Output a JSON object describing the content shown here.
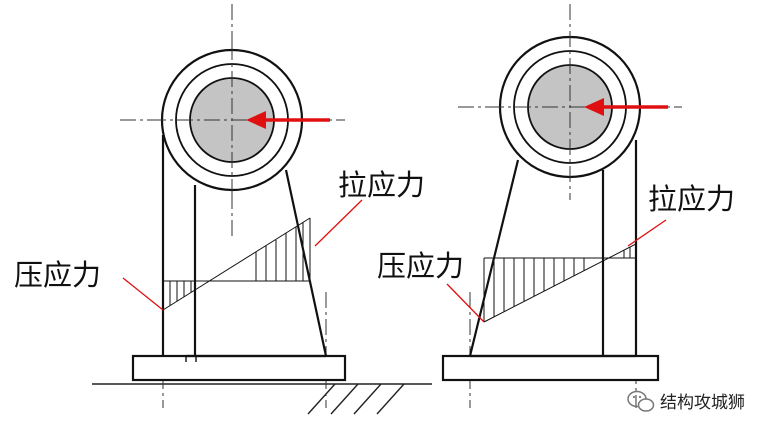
{
  "colors": {
    "line": "#111111",
    "centerline": "#333333",
    "shaft": "#c4c4c4",
    "force_arrow": "#e01010",
    "leader": "#e01010"
  },
  "labels": {
    "left_tension": "拉应力",
    "left_compression": "压应力",
    "right_compression": "压应力",
    "right_tension": "拉应力"
  },
  "watermark": {
    "icon": "wechat-icon",
    "text": "结构攻城狮"
  }
}
